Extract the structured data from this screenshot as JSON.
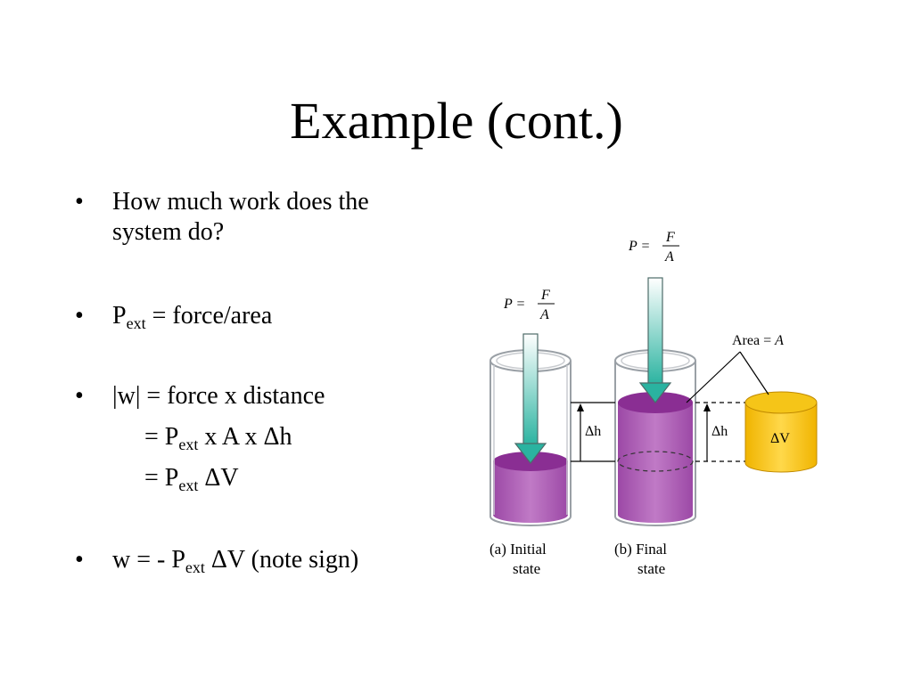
{
  "title": "Example (cont.)",
  "bullets": {
    "b1_line1": "How much work does the",
    "b1_line2": "system do?",
    "b2_p": "P",
    "b2_sub": "ext",
    "b2_rest": " = force/area",
    "b3": "|w| = force x distance",
    "b3_l2_pre": "= P",
    "b3_l2_sub": "ext",
    "b3_l2_rest": " x A x Δh",
    "b3_l3_pre": "= P",
    "b3_l3_sub": "ext",
    "b3_l3_rest": " ΔV",
    "b4_pre": "w = - P",
    "b4_sub": "ext",
    "b4_rest": " ΔV (note sign)",
    "bullet_char": "•"
  },
  "figure": {
    "formula_p": "P =",
    "formula_num": "F",
    "formula_den": "A",
    "area_label_pre": "Area = ",
    "area_label_var": "A",
    "delta_h": "Δh",
    "delta_v": "ΔV",
    "caption_a_1": "(a) Initial",
    "caption_a_2": "state",
    "caption_b_1": "(b) Final",
    "caption_b_2": "state",
    "colors": {
      "liquid": "#b05cb8",
      "liquid_top": "#8a2e93",
      "arrow": "#2ab3a0",
      "cylinder_gold": "#f5c518",
      "glass": "#9aa0a6"
    }
  }
}
